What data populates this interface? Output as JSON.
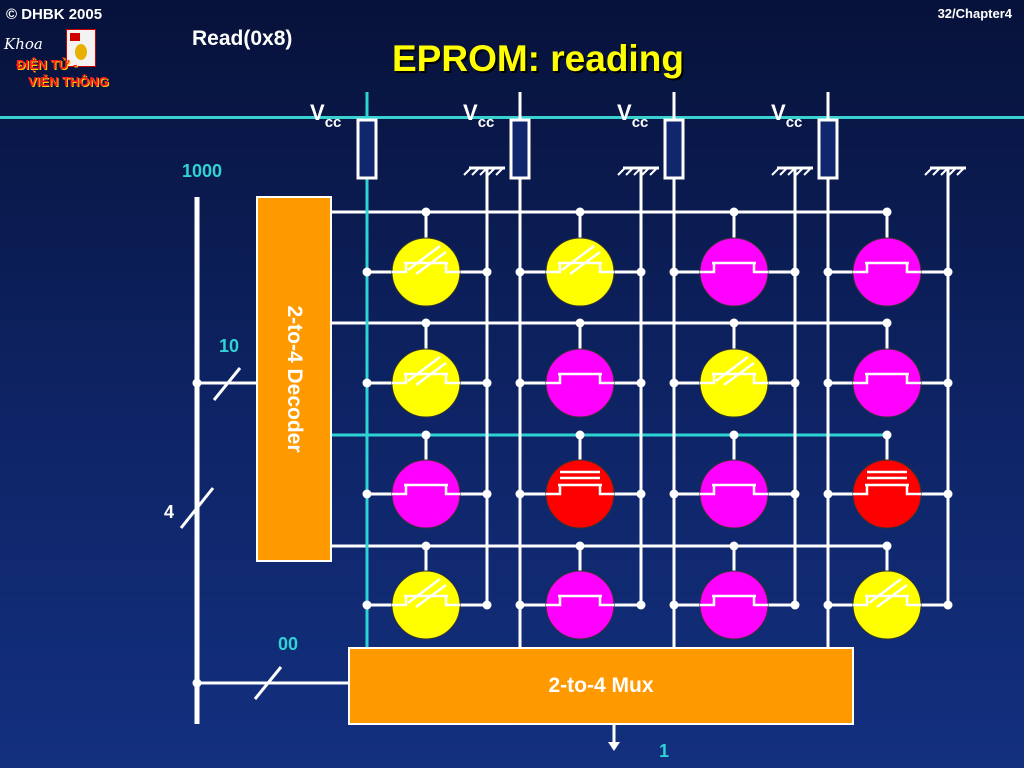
{
  "header": {
    "copyright": "© DHBK 2005",
    "page": "32/Chapter4",
    "command": "Read(0x8)",
    "title": "EPROM: reading"
  },
  "logo": {
    "script": "Khoa",
    "line1": "ĐIỆN TỬ -",
    "line2": "VIỄN THÔNG"
  },
  "labels": {
    "vcc_main": "V",
    "vcc_sub": "cc",
    "address": "1000",
    "bus_upper": "10",
    "bus_width": "4",
    "bus_lower": "00",
    "output": "1"
  },
  "decoder": {
    "label": "2-to-4 Decoder"
  },
  "mux": {
    "label": "2-to-4 Mux"
  },
  "colors": {
    "title": "#ffff00",
    "accent": "#2ed3d3",
    "block": "#ff9900",
    "programmed_cell": "#ffff00",
    "erased_cell": "#ff00ff",
    "selected_cell": "#ff0000"
  },
  "cells": [
    [
      "programmed",
      "programmed",
      "erased",
      "erased"
    ],
    [
      "programmed",
      "erased",
      "programmed",
      "erased"
    ],
    [
      "erased",
      "selected",
      "erased",
      "selected"
    ],
    [
      "programmed",
      "erased",
      "erased",
      "programmed"
    ]
  ]
}
